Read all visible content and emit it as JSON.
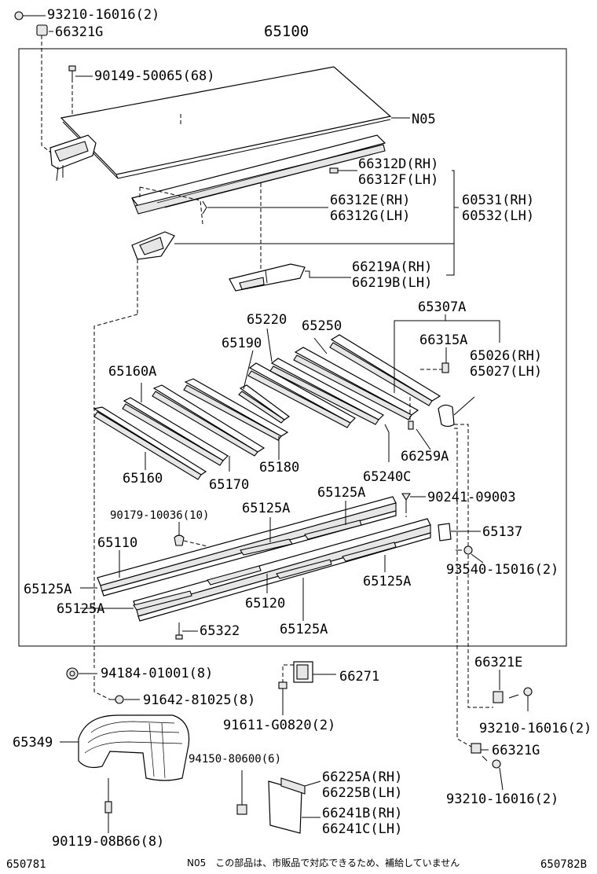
{
  "footer": {
    "left_code": "650781",
    "right_code": "650782B",
    "note": "N05　この部品は、市販品で対応できるため、補給していません"
  },
  "labels": {
    "l93210_top": "93210-16016(2)",
    "l66321G_top": "66321G",
    "l65100": "65100",
    "l90149": "90149-50065(68)",
    "lN05": "N05",
    "l66312D": "66312D(RH)",
    "l66312F": "66312F(LH)",
    "l66312E": "66312E(RH)",
    "l66312G": "66312G(LH)",
    "l60531": "60531(RH)",
    "l60532": "60532(LH)",
    "l66219A": "66219A(RH)",
    "l66219B": "66219B(LH)",
    "l65307A": "65307A",
    "l66315A": "66315A",
    "l65026": "65026(RH)",
    "l65027": "65027(LH)",
    "l65220": "65220",
    "l65250": "65250",
    "l65190": "65190",
    "l65160A": "65160A",
    "l65160": "65160",
    "l65170": "65170",
    "l65180": "65180",
    "l66259A": "66259A",
    "l65240C": "65240C",
    "l65125A_1": "65125A",
    "l65125A_2": "65125A",
    "l90241": "90241-09003",
    "l90179": "90179-10036(10)",
    "l65137": "65137",
    "l65110": "65110",
    "l93540": "93540-15016(2)",
    "l65125A_3": "65125A",
    "l65125A_4": "65125A",
    "l65125A_5": "65125A",
    "l65120": "65120",
    "l65322": "65322",
    "l65125A_6": "65125A",
    "l66321E": "66321E",
    "l94184": "94184-01001(8)",
    "l66271": "66271",
    "l91642": "91642-81025(8)",
    "l91611": "91611-G0820(2)",
    "l93210_mid": "93210-16016(2)",
    "l66321G_bot": "66321G",
    "l65349": "65349",
    "l94150": "94150-80600(6)",
    "l66225A": "66225A(RH)",
    "l66225B": "66225B(LH)",
    "l93210_bot": "93210-16016(2)",
    "l66241B": "66241B(RH)",
    "l66241C": "66241C(LH)",
    "l90119": "90119-08B66(8)"
  }
}
